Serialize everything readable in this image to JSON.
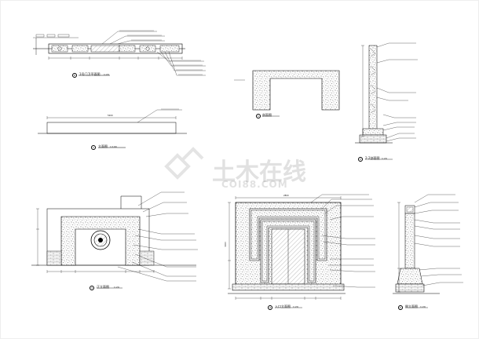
{
  "watermark": {
    "chinese": "土木在线",
    "english": "COI88.COM",
    "color": "#9a9a9a"
  },
  "views": {
    "plan_section": {
      "number": "6",
      "title": "1号门卫平面图",
      "scale": "1:20"
    },
    "ground_line": {
      "number": "1",
      "title": "立面图",
      "scale": "1:100",
      "dim": "5200"
    },
    "arch_detail": {
      "number": "1",
      "title": "剖面图"
    },
    "side_section": {
      "number": "2",
      "title": "2-2剖面图",
      "scale": "1:20"
    },
    "front_elev": {
      "number": "3",
      "title": "正立面图",
      "scale": "1:20"
    },
    "gate_elev": {
      "number": "4",
      "title": "入口立面图",
      "scale": "1:20",
      "dim_top": "2800",
      "dim_side": "3000"
    },
    "side_elev": {
      "number": "5",
      "title": "侧立面图",
      "scale": "1:20"
    }
  }
}
